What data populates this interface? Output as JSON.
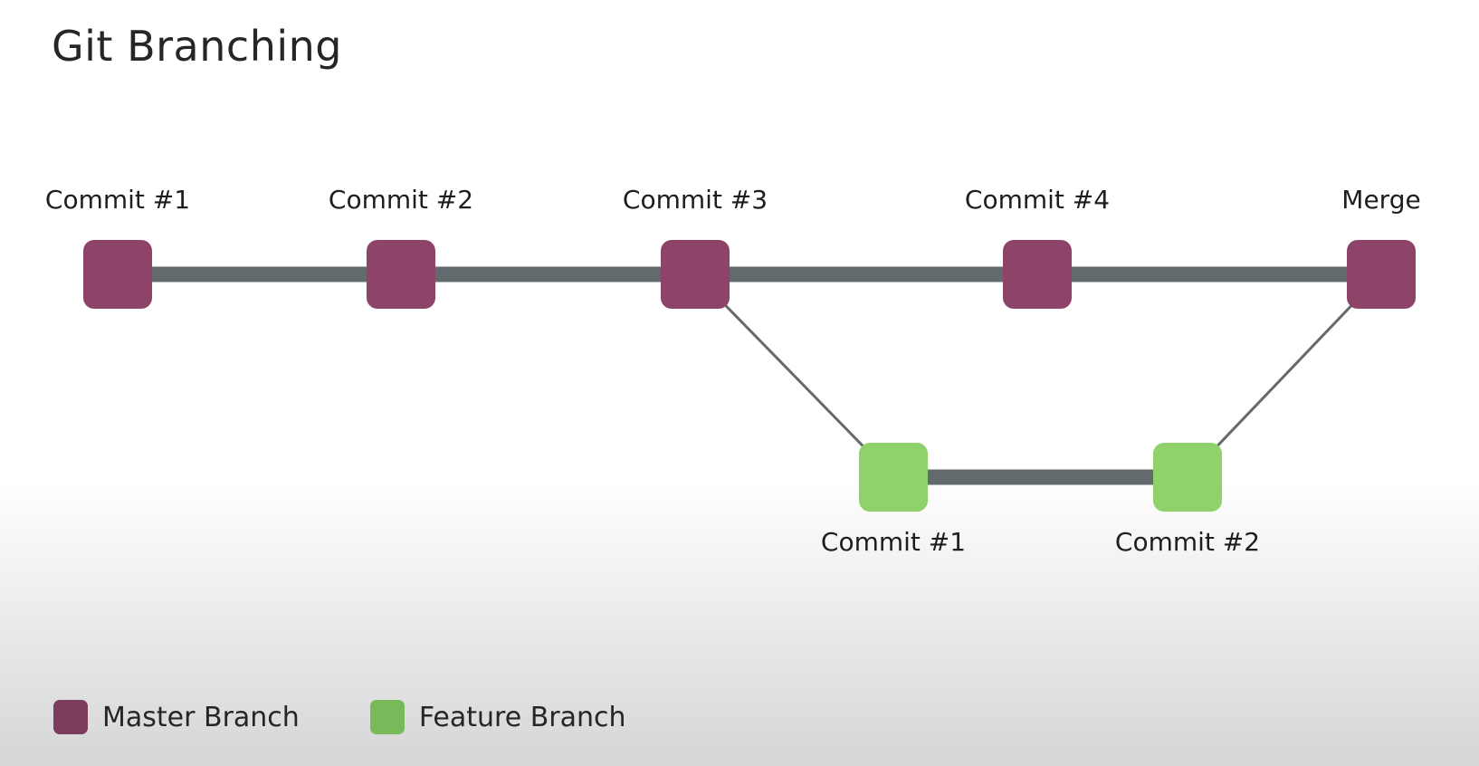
{
  "title": "Git Branching",
  "colors": {
    "master": "#8e4468",
    "feature": "#8fd16b",
    "connector": "#636a6d",
    "legend_master": "#7b3d5b",
    "legend_feature": "#78b95a"
  },
  "master_branch": {
    "commits": [
      {
        "id": "m1",
        "label": "Commit #1"
      },
      {
        "id": "m2",
        "label": "Commit #2"
      },
      {
        "id": "m3",
        "label": "Commit #3"
      },
      {
        "id": "m4",
        "label": "Commit #4"
      },
      {
        "id": "m5",
        "label": "Merge"
      }
    ]
  },
  "feature_branch": {
    "commits": [
      {
        "id": "f1",
        "label": "Commit #1"
      },
      {
        "id": "f2",
        "label": "Commit #2"
      }
    ]
  },
  "edges": [
    [
      "m1",
      "m2"
    ],
    [
      "m2",
      "m3"
    ],
    [
      "m3",
      "m4"
    ],
    [
      "m4",
      "m5"
    ],
    [
      "m3",
      "f1"
    ],
    [
      "f1",
      "f2"
    ],
    [
      "f2",
      "m5"
    ]
  ],
  "legend": [
    {
      "label": "Master Branch",
      "color_key": "legend_master"
    },
    {
      "label": "Feature Branch",
      "color_key": "legend_feature"
    }
  ]
}
